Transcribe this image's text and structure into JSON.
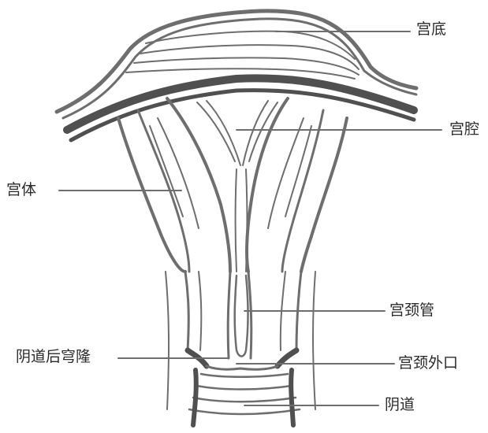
{
  "labels": {
    "fundus": "宫底",
    "cavity": "宫腔",
    "body": "宫体",
    "cervical_canal": "宫颈管",
    "posterior_fornix": "阴道后穹隆",
    "external_os": "宫颈外口",
    "vagina": "阴道"
  },
  "colors": {
    "ink": "#6e6e6e",
    "dark": "#505050",
    "fill": "#dcdcdc",
    "background": "#ffffff"
  }
}
